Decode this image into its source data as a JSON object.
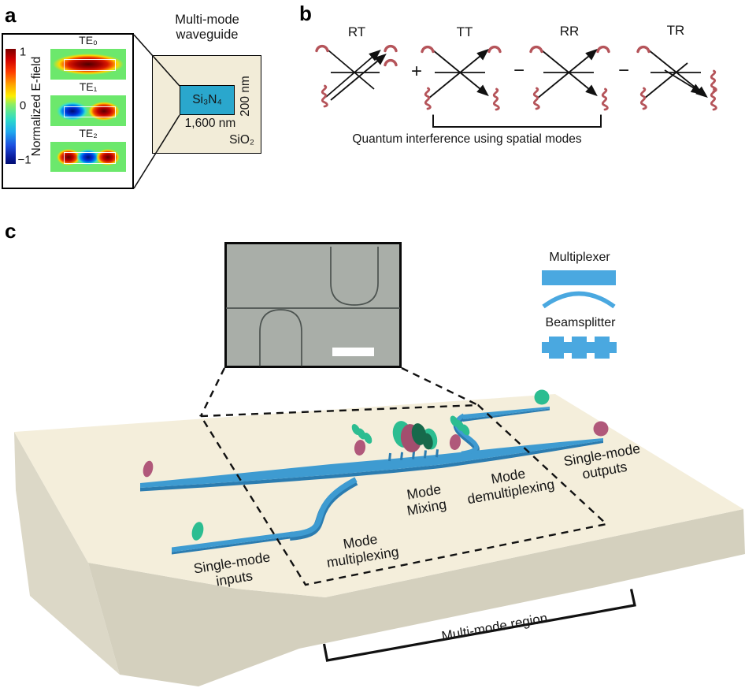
{
  "panel_a": {
    "label": "a",
    "colorbar": {
      "tick_top": "1",
      "tick_mid": "0",
      "tick_bottom": "−1",
      "axis_label": "Normalized E-field"
    },
    "modes": [
      {
        "name": "TE₀"
      },
      {
        "name": "TE₁"
      },
      {
        "name": "TE₂"
      }
    ],
    "schematic": {
      "title": "Multi-mode\nwaveguide",
      "core_material": "Si₃N₄",
      "core_width": "1,600 nm",
      "core_height": "200 nm",
      "cladding_material": "SiO₂"
    }
  },
  "panel_b": {
    "label": "b",
    "terms": [
      {
        "name": "RT"
      },
      {
        "name": "TT"
      },
      {
        "name": "RR"
      },
      {
        "name": "TR"
      }
    ],
    "op1": "+",
    "op2": "−",
    "op3": "−",
    "caption": "Quantum interference using spatial modes"
  },
  "panel_c": {
    "label": "c",
    "legend": {
      "multiplexer": "Multiplexer",
      "beamsplitter": "Beamsplitter"
    },
    "regions": {
      "inputs": "Single-mode\ninputs",
      "multiplexing": "Mode\nmultiplexing",
      "mixing": "Mode\nMixing",
      "demultiplexing": "Mode\ndemultiplexing",
      "outputs": "Single-mode\noutputs",
      "multimode_region": "Multi-mode region"
    }
  },
  "colors": {
    "waveguide_blue": "#3e9bd1",
    "waveguide_dark": "#2b7cb0",
    "legend_blue": "#4aa8e0",
    "photon_pink": "#b0587a",
    "photon_green": "#2cbd91",
    "photon_dark_green": "#17694b",
    "cluster_maroon": "#a34e6e",
    "wavepacket_red": "#b5545a",
    "chip_top": "#f4eedb",
    "chip_front": "#d4d0be",
    "chip_side": "#dcd8c7",
    "core_cyan": "#2aa7cd",
    "cladding_beige": "#f2ecd8",
    "mode_bg_green": "#6ce86c",
    "inset_gray": "#a9aea8"
  }
}
